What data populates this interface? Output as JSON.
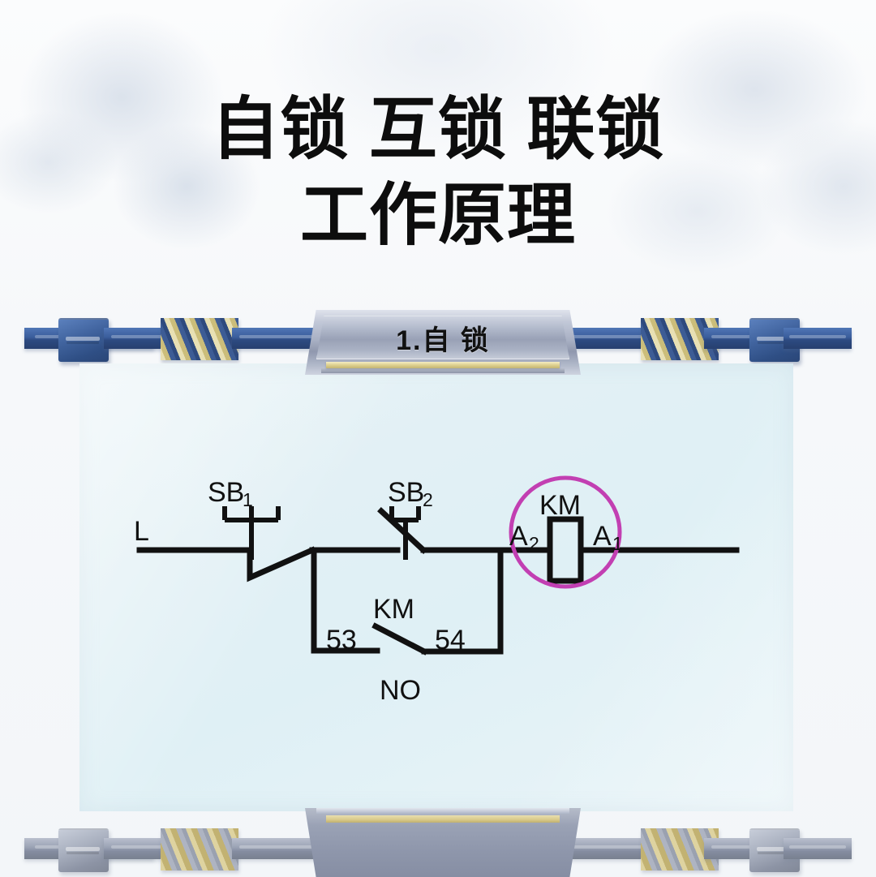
{
  "page": {
    "title_line1": "自锁  互锁 联锁",
    "title_line2": "工作原理",
    "banner_label": "1.自 锁"
  },
  "colors": {
    "highlight_circle": "#c23fb2",
    "wire": "#111111",
    "panel": "#e2f0f5",
    "rail_blue": "#3a5d9c",
    "rail_silver": "#9aa2b4",
    "gold": "#ddd08f",
    "title_text": "#0d0d0d"
  },
  "diagram": {
    "type": "electrical-schematic",
    "name": "self-locking (latching) contactor control circuit",
    "labels": {
      "line_source": "L",
      "sb1": "SB",
      "sb1_sub": "1",
      "sb2": "SB",
      "sb2_sub": "2",
      "km_coil": "KM",
      "km_terminal_left": "A",
      "km_terminal_left_sub": "2",
      "km_terminal_right": "A",
      "km_terminal_right_sub": "1",
      "aux_contact": "KM",
      "aux_terminal_left": "53",
      "aux_terminal_right": "54",
      "aux_type": "NO"
    },
    "components": [
      {
        "id": "L",
        "kind": "supply-line",
        "label": "L"
      },
      {
        "id": "SB1",
        "kind": "pushbutton-nc",
        "label": "SB₁",
        "note": "stop button, normally closed"
      },
      {
        "id": "SB2",
        "kind": "pushbutton-no",
        "label": "SB₂",
        "note": "start button, normally open"
      },
      {
        "id": "KM-AUX",
        "kind": "aux-contact-no",
        "label": "KM",
        "terminals": [
          "53",
          "54"
        ],
        "contact_type": "NO"
      },
      {
        "id": "KM-COIL",
        "kind": "coil",
        "label": "KM",
        "terminals": [
          "A2",
          "A1"
        ],
        "highlighted": true
      }
    ]
  }
}
